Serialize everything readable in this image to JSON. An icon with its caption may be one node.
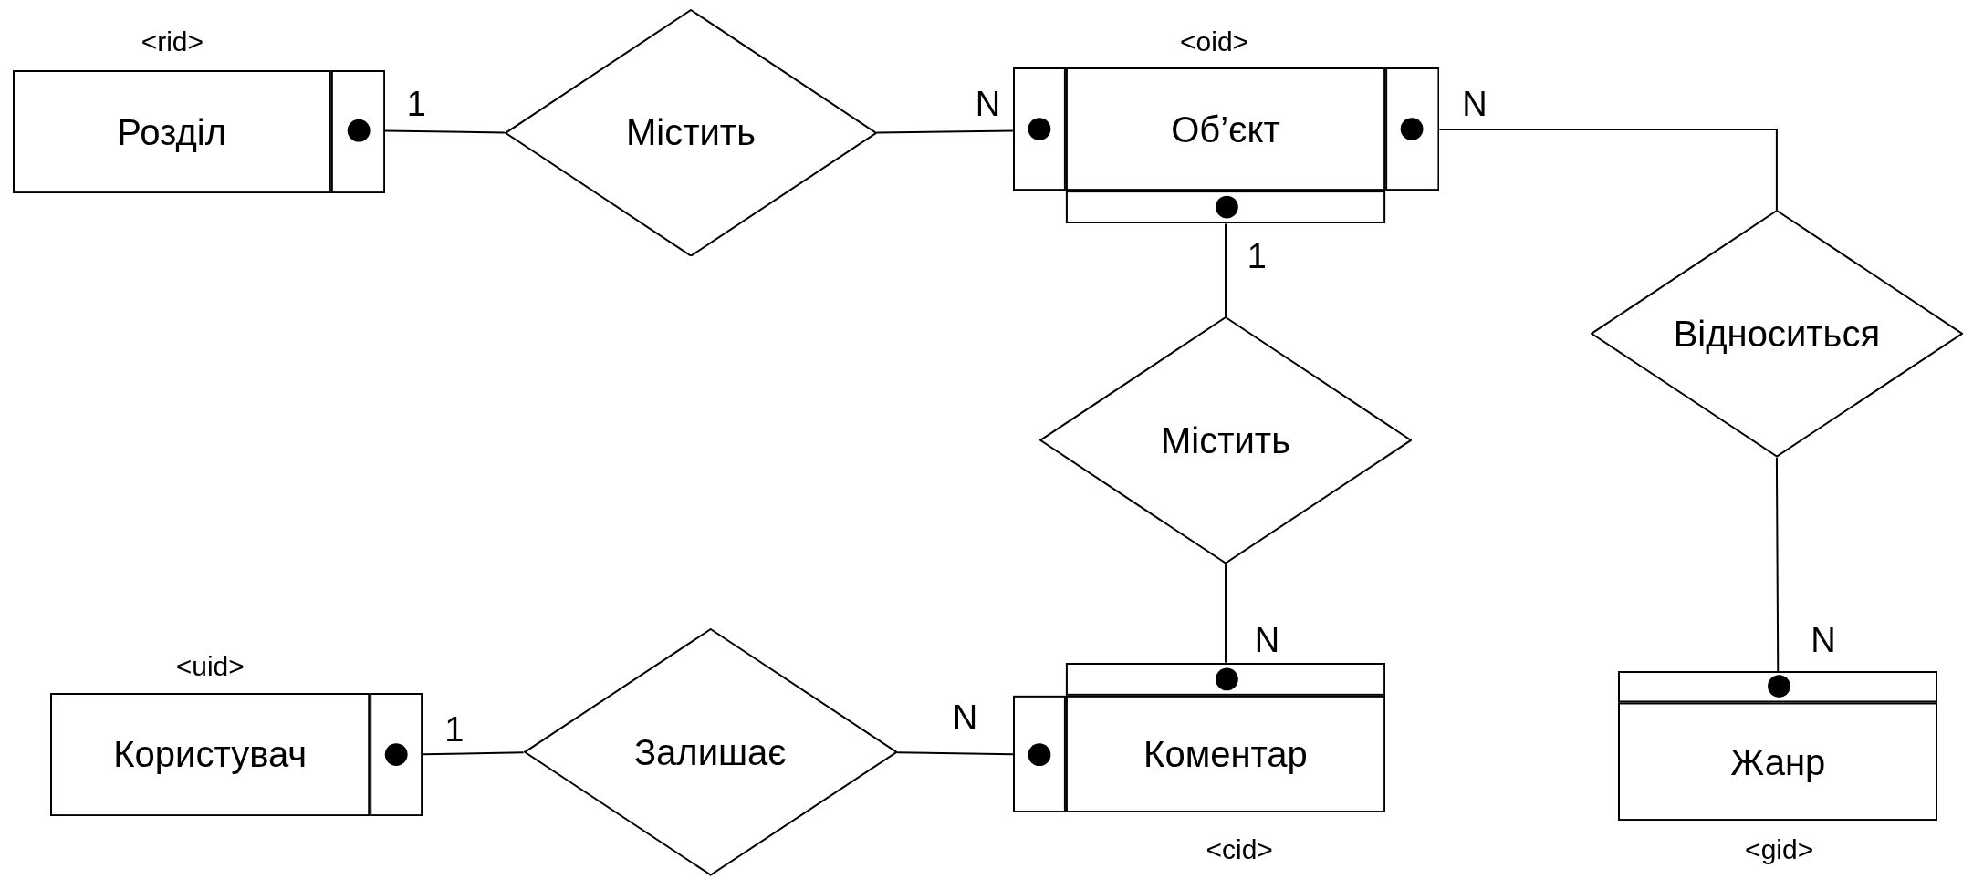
{
  "diagram": {
    "nodes": [
      {
        "text": [
          "Розділ"
        ],
        "beside": [
          "<rid>"
        ]
      },
      {
        "text": [
          "Містить"
        ]
      },
      {
        "text": [
          "Об’єкт"
        ],
        "beside": [
          "<oid>"
        ]
      },
      {
        "text": [
          "Відноситься"
        ]
      },
      {
        "text": [
          "Містить"
        ]
      },
      {
        "text": [
          "Користувач"
        ],
        "beside": [
          "<uid>"
        ]
      },
      {
        "text": [
          "Залишає"
        ]
      },
      {
        "text": [
          "Коментар"
        ],
        "beside": [
          "<cid>"
        ]
      },
      {
        "text": [
          "Жанр"
        ],
        "beside": [
          "<gid>"
        ]
      }
    ],
    "edges": [
      {
        "from": 0,
        "to": 1,
        "arrow": "none",
        "label": "1"
      },
      {
        "from": 1,
        "to": 2,
        "arrow": "none",
        "label": "N"
      },
      {
        "from": 2,
        "to": 3,
        "arrow": "none",
        "label": "N"
      },
      {
        "from": 3,
        "to": 8,
        "arrow": "none",
        "label": "N"
      },
      {
        "from": 2,
        "to": 4,
        "arrow": "none",
        "label": "1"
      },
      {
        "from": 4,
        "to": 7,
        "arrow": "none",
        "label": "N"
      },
      {
        "from": 5,
        "to": 6,
        "arrow": "none",
        "label": "1"
      },
      {
        "from": 6,
        "to": 7,
        "arrow": "none",
        "label": "N"
      }
    ]
  }
}
